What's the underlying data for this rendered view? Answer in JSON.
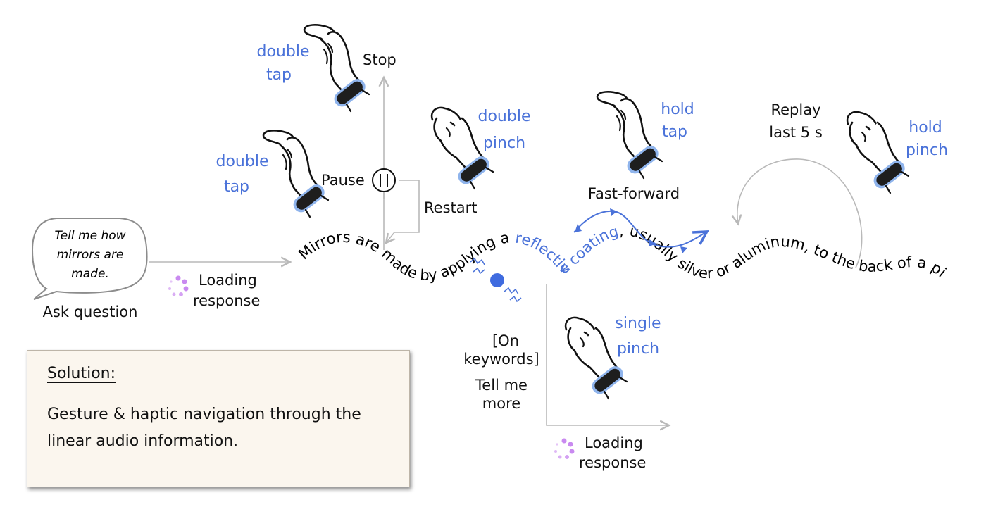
{
  "question": {
    "bubble_lines": [
      "Tell me how",
      "mirrors are",
      "made."
    ],
    "action": "Ask question"
  },
  "loading": {
    "line1": "Loading",
    "line2": "response"
  },
  "stream_text": {
    "before": "Mirrors are made by applying a ",
    "keyword": "reflective coating",
    "after": ", usually silver or aluminum, to the back of a piece of glass. This coating..."
  },
  "controls": {
    "pause": "Pause",
    "stop": "Stop",
    "restart": "Restart",
    "fast_forward": "Fast-forward",
    "replay_line1": "Replay",
    "replay_line2": "last 5 s",
    "keywords_line1": "[On",
    "keywords_line2": "keywords]",
    "tell_more_line1": "Tell me",
    "tell_more_line2": "more"
  },
  "gestures": {
    "double_tap_stop": [
      "double",
      "tap"
    ],
    "double_tap_pause": [
      "double",
      "tap"
    ],
    "double_pinch": [
      "double",
      "pinch"
    ],
    "hold_tap": [
      "hold",
      "tap"
    ],
    "hold_pinch": [
      "hold",
      "pinch"
    ],
    "single_pinch": [
      "single",
      "pinch"
    ]
  },
  "solution": {
    "title": "Solution:",
    "body": "Gesture & haptic navigation through the linear audio information."
  },
  "colors": {
    "gesture_text": "#4a72d9",
    "keyword": "#4a72d9",
    "band": "#8fb4ec",
    "loading_dots": "#c98af0",
    "flow_lines": "#b9b9b9"
  }
}
